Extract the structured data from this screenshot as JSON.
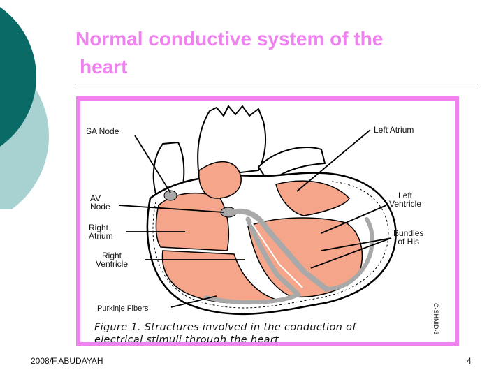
{
  "slide": {
    "title_line1": "Normal conductive system of the",
    "title_line2": "heart",
    "footer_left": "2008/F.ABUDAYAH",
    "page_number": "4"
  },
  "figure": {
    "labels": {
      "sa_node": "SA Node",
      "left_atrium": "Left Atrium",
      "av_node": "AV\nNode",
      "left_ventricle": "Left\nVentricle",
      "right_atrium": "Right\nAtrium",
      "bundles_of_his": "Bundles\nof His",
      "right_ventricle": "Right\nVentricle",
      "purkinje_fibers": "Purkinje Fibers"
    },
    "caption_line1": "Figure 1.  Structures involved in the conduction of",
    "caption_line2": "electrical stimuli through the heart",
    "side_text": "C-SHNID-3"
  },
  "colors": {
    "title": "#ee82ee",
    "frame": "#ee82ee",
    "heart_tissue": "#f4a58a",
    "conduction_path": "#a9a9a9",
    "decor_dark": "#0a6b66",
    "decor_light": "#a8d2d2"
  }
}
